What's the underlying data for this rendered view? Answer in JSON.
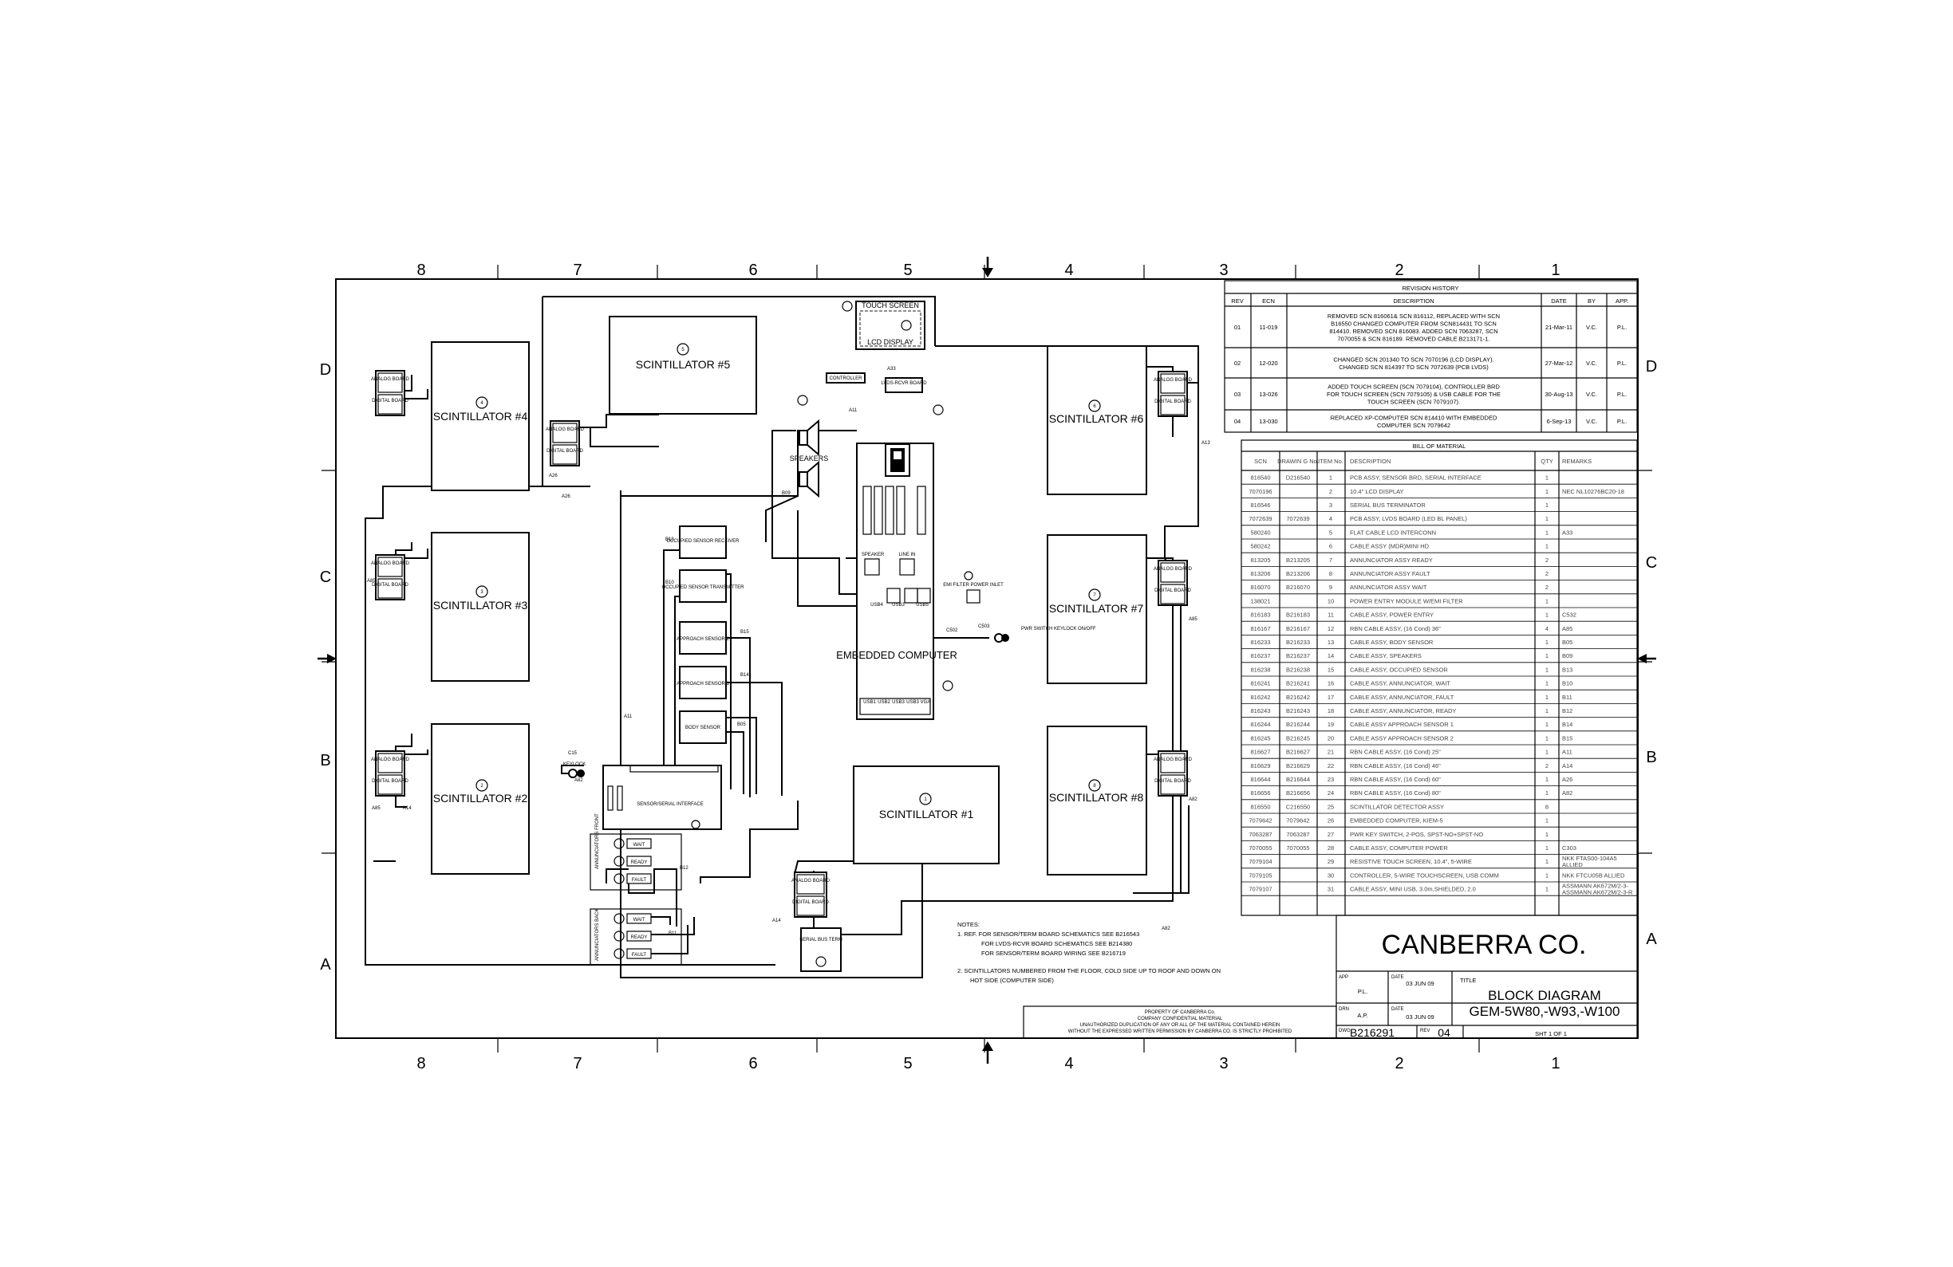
{
  "zones": {
    "cols": [
      "8",
      "7",
      "6",
      "5",
      "4",
      "3",
      "2",
      "1"
    ],
    "rows": [
      "D",
      "C",
      "B",
      "A"
    ]
  },
  "scintillators": [
    {
      "label": "SCINTILLATOR #1",
      "num": "1"
    },
    {
      "label": "SCINTILLATOR #2",
      "num": "2"
    },
    {
      "label": "SCINTILLATOR #3",
      "num": "3"
    },
    {
      "label": "SCINTILLATOR #4",
      "num": "4"
    },
    {
      "label": "SCINTILLATOR #5",
      "num": "5"
    },
    {
      "label": "SCINTILLATOR #6",
      "num": "6"
    },
    {
      "label": "SCINTILLATOR #7",
      "num": "7"
    },
    {
      "label": "SCINTILLATOR #8",
      "num": "8"
    }
  ],
  "boards": {
    "analog": "ANALOG BOARD",
    "digital": "DIGITAL BOARD"
  },
  "components": {
    "touch_screen": "TOUCH SCREEN",
    "lcd_display": "LCD DISPLAY",
    "controller": "CONTROLLER",
    "lvds_board": "LVDS-RCVR BOARD",
    "speakers": "SPEAKERS",
    "embedded_computer": "EMBEDDED COMPUTER",
    "speaker_port": "SPEAKER",
    "line_in": "LINE IN",
    "usb_ports": [
      "USB4",
      "USB3",
      "USB5"
    ],
    "bottom_ports": [
      "USB1",
      "USB2",
      "USB3",
      "USB3",
      "VGA"
    ],
    "emi_filter": "EMI FILTER POWER INLET",
    "power_switch": "PWR SWITCH KEYLOCK ON/OFF",
    "occupied_receiver": "OCCUPIED SENSOR RECEIVER",
    "occupied_transmitter": "OCCUPIED SENSOR TRANSMITTER",
    "approach_2": "APPROACH SENSOR 2",
    "approach_1": "APPROACH SENSOR 1",
    "body_sensor": "BODY SENSOR",
    "keylock": "KEYLOCK",
    "sensor_interface": "SENSOR/SERIAL INTERFACE",
    "annunciator_wait": "WAIT",
    "annunciator_ready": "READY",
    "annunciator_fault": "FAULT",
    "annunciator_side_1": "ANNUNCIATORS FRONT",
    "annunciator_side_2": "ANNUNCIATORS BACK",
    "serial_term": "SERIAL BUS TERM"
  },
  "wire_labels": [
    "A26",
    "A13",
    "A11",
    "A33",
    "B09",
    "B13",
    "B10",
    "B15",
    "B14",
    "B05",
    "C15",
    "A82",
    "A85",
    "A14",
    "A11",
    "B12",
    "B11",
    "A14",
    "A82",
    "A82",
    "C502",
    "C503",
    "A85",
    "A85"
  ],
  "notes": {
    "heading": "NOTES:",
    "lines": [
      "1.   REF. FOR SENSOR/TERM BOARD SCHEMATICS SEE B216543",
      "FOR LVDS-RCVR BOARD SCHEMATICS SEE B214380",
      "FOR SENSOR/TERM BOARD WIRING SEE B216719",
      "2.   SCINTILLATORS NUMBERED FROM THE FLOOR, COLD SIDE UP TO ROOF AND DOWN ON",
      "HOT SIDE (COMPUTER SIDE)"
    ]
  },
  "property_notice": [
    "PROPERTY OF CANBERRA Co.",
    "COMPANY CONFIDENTIAL MATERIAL",
    "UNAUTHORIZED DUPLICATION OF ANY OR ALL OF THE MATERIAL CONTAINED HEREIN",
    "WITHOUT THE EXPRESSED WRITTEN PERMISSION BY CANBERRA CO. IS STRICTLY PROHIBITED"
  ],
  "revision_history": {
    "title": "REVISION HISTORY",
    "headers": [
      "REV",
      "ECN",
      "DESCRIPTION",
      "DATE",
      "BY",
      "APP."
    ],
    "rows": [
      [
        "01",
        "11-019",
        "REMOVED SCN 816061& SCN 816112, REPLACED WITH SCN B16550 CHANGED COMPUTER FROM SCN814431 TO SCN 814410. REMOVED SCN 816083. ADDED SCN 7063287, SCN 7070055 & SCN 816189. REMOVED CABLE B213171-1.",
        "21-Mar-11",
        "V.C.",
        "P.L."
      ],
      [
        "02",
        "12-020",
        "CHANGED SCN 201340 TO SCN 7070196 (LCD DISPLAY). CHANGED SCN 814397 TO SCN 7072639 (PCB LVDS)",
        "27-Mar-12",
        "V.C.",
        "P.L."
      ],
      [
        "03",
        "13-026",
        "ADDED TOUCH SCREEN (SCN 7079104), CONTROLLER BRD FOR TOUCH SCREEN (SCN 7079105) & USB CABLE FOR THE TOUCH SCREEN (SCN 7079107).",
        "30-Aug-13",
        "V.C.",
        "P.L."
      ],
      [
        "04",
        "13-030",
        "REPLACED XP-COMPUTER SCN 814410 WITH EMBEDDED COMPUTER SCN 7079642",
        "6-Sep-13",
        "V.C.",
        "P.L."
      ]
    ]
  },
  "bill_of_material": {
    "title": "BILL OF MATERIAL",
    "headers": [
      "SCN",
      "DRAWIN G No.",
      "ITEM No.",
      "DESCRIPTION",
      "QTY",
      "REMARKS"
    ],
    "rows": [
      [
        "816540",
        "D216540",
        "1",
        "PCB ASSY, SENSOR BRD, SERIAL INTERFACE",
        "1",
        ""
      ],
      [
        "7070196",
        "",
        "2",
        "10.4\" LCD DISPLAY",
        "1",
        "NEC NL10276BC20-18"
      ],
      [
        "816546",
        "",
        "3",
        "SERIAL BUS TERMINATOR",
        "1",
        ""
      ],
      [
        "7072639",
        "7072639",
        "4",
        "PCB ASSY, LVDS BOARD (LED BL PANEL)",
        "1",
        ""
      ],
      [
        "580240",
        "",
        "5",
        "FLAT CABLE LCD INTERCONN",
        "1",
        "A33"
      ],
      [
        "580242",
        "",
        "6",
        "CABLE ASSY (MDR)MINI HD",
        "1",
        ""
      ],
      [
        "813205",
        "B213205",
        "7",
        "ANNUNCIATOR ASSY READY",
        "2",
        ""
      ],
      [
        "813206",
        "B213206",
        "8",
        "ANNUNCIATOR ASSY FAULT",
        "2",
        ""
      ],
      [
        "816070",
        "B216070",
        "9",
        "ANNUNCIATOR ASSY WAIT",
        "2",
        ""
      ],
      [
        "138021",
        "",
        "10",
        "POWER ENTRY MODULE W/EMI FILTER",
        "1",
        ""
      ],
      [
        "816183",
        "B216183",
        "11",
        "CABLE ASSY, POWER ENTRY",
        "1",
        "C532"
      ],
      [
        "816167",
        "B216167",
        "12",
        "RBN CABLE ASSY, (16 Cond) 36\"",
        "4",
        "A85"
      ],
      [
        "816233",
        "B216233",
        "13",
        "CABLE ASSY, BODY SENSOR",
        "1",
        "B05"
      ],
      [
        "816237",
        "B216237",
        "14",
        "CABLE ASSY, SPEAKERS",
        "1",
        "B09"
      ],
      [
        "816238",
        "B216238",
        "15",
        "CABLE ASSY, OCCUPIED SENSOR",
        "1",
        "B13"
      ],
      [
        "816241",
        "B216241",
        "16",
        "CABLE ASSY,  ANNUNCIATOR, WAIT",
        "1",
        "B10"
      ],
      [
        "816242",
        "B216242",
        "17",
        "CABLE ASSY,  ANNUNCIATOR, FAULT",
        "1",
        "B11"
      ],
      [
        "816243",
        "B216243",
        "18",
        "CABLE ASSY,  ANNUNCIATOR, READY",
        "1",
        "B12"
      ],
      [
        "816244",
        "B216244",
        "19",
        "CABLE ASSY APPROACH SENSOR  1",
        "1",
        "B14"
      ],
      [
        "816245",
        "B216245",
        "20",
        "CABLE ASSY APPROACH SENSOR 2",
        "1",
        "B15"
      ],
      [
        "816627",
        "B216627",
        "21",
        "RBN CABLE ASSY, (16 Cond) 25\"",
        "1",
        "A11"
      ],
      [
        "816629",
        "B216629",
        "22",
        "RBN CABLE ASSY, (16 Cond) 46\"",
        "2",
        "A14"
      ],
      [
        "816644",
        "B216644",
        "23",
        "RBN CABLE ASSY, (16 Cond) 60\"",
        "1",
        "A26"
      ],
      [
        "816656",
        "B216656",
        "24",
        "RBN CABLE ASSY, (16 Cond) 80\"",
        "1",
        "A82"
      ],
      [
        "816550",
        "C216550",
        "25",
        "SCINTILLATOR DETECTOR ASSY",
        "8",
        ""
      ],
      [
        "7079642",
        "7079642",
        "26",
        "EMBEDDED COMPUTER, KIEM-5",
        "1",
        ""
      ],
      [
        "7063287",
        "7063287",
        "27",
        "PWR KEY SWITCH, 2-POS, SPST-NO+SPST-NO",
        "1",
        ""
      ],
      [
        "7070055",
        "7070055",
        "28",
        "CABLE ASSY, COMPUTER POWER",
        "1",
        "C303"
      ],
      [
        "7079104",
        "",
        "29",
        "RESISTIVE TOUCH SCREEN, 10.4\", 5-WIRE",
        "1",
        "NKK FTAS00-104A5 ALLIED"
      ],
      [
        "7079105",
        "",
        "30",
        "CONTROLLER, 5-WIRE TOUCHSCREEN, USB COMM",
        "1",
        "NKK FTCU05B ALLIED"
      ],
      [
        "7079107",
        "",
        "31",
        "CABLE ASSY, MINI USB, 3.0m,SHIELDED, 2.0",
        "1",
        "ASSMANN AK672M/2-3-R"
      ]
    ]
  },
  "title_block": {
    "company": "CANBERRA CO.",
    "app_label": "APP",
    "app_value": "P.L.",
    "drn_label": "DRN",
    "drn_value": "A.P.",
    "date_label": "DATE",
    "app_date": "03 JUN 09",
    "drn_date": "03 JUN 09",
    "title_label": "TITLE",
    "title_line1": "BLOCK DIAGRAM",
    "title_line2": "GEM-5W80,-W93,-W100",
    "dwg_label": "DWG",
    "dwg_value": "B216291",
    "rev_label": "REV",
    "rev_value": "04",
    "sheet": "SHT  1 OF 1"
  }
}
